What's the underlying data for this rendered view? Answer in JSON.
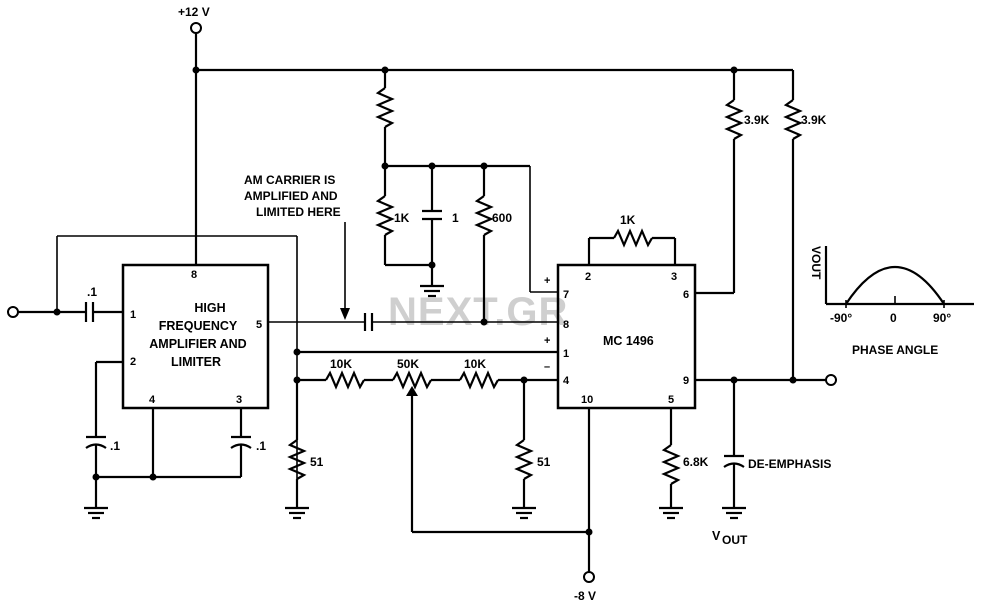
{
  "supplies": {
    "positive": "+12 V",
    "negative": "-8 V"
  },
  "amp_block": {
    "line1": "HIGH",
    "line2": "FREQUENCY",
    "line3": "AMPLIFIER AND",
    "line4": "LIMITER",
    "pins": {
      "p8": "8",
      "p1": "1",
      "p2": "2",
      "p5": "5",
      "p4": "4",
      "p3": "3"
    }
  },
  "demod_ic": {
    "name": "MC 1496",
    "pins": {
      "p2": "2",
      "p3": "3",
      "p6": "6",
      "p7": "7",
      "p8": "8",
      "p1": "1",
      "p4": "4",
      "p9": "9",
      "p10": "10",
      "p5": "5"
    },
    "signs": {
      "plus7": "+",
      "plus1": "+",
      "minus4": "–"
    }
  },
  "annotation": {
    "line1": "AM CARRIER IS",
    "line2": "AMPLIFIED AND",
    "line3": "LIMITED HERE"
  },
  "components": {
    "c_in": ".1",
    "c_pin2": ".1",
    "c_pin3": ".1",
    "c_mid": "1",
    "r_1k_left": "1K",
    "r_600": "600",
    "r_1k_top": "1K",
    "r_3k9_a": "3.9K",
    "r_3k9_b": "3.9K",
    "r_10k_a": "10K",
    "r_50k": "50K",
    "r_10k_b": "10K",
    "r_51_a": "51",
    "r_51_b": "51",
    "r_6k8": "6.8K",
    "deemph": "DE-EMPHASIS"
  },
  "vout_label": {
    "main": "V",
    "sub": "OUT"
  },
  "phase_plot": {
    "y_axis_label": "VOUT",
    "x_axis_label": "PHASE ANGLE",
    "ticks": [
      "-90°",
      "0",
      "90°"
    ]
  },
  "watermark": "NEXT.GR"
}
